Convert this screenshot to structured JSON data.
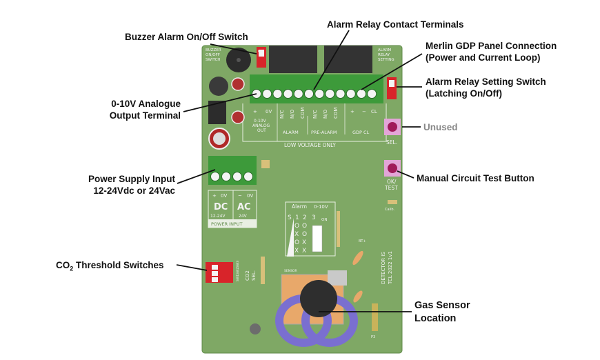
{
  "callouts": {
    "buzzer": "Buzzer Alarm On/Off Switch",
    "relay_terminals": "Alarm Relay Contact Terminals",
    "merlin_l1": "Merlin GDP Panel Connection",
    "merlin_l2": "(Power and Current Loop)",
    "relay_setting_l1": "Alarm  Relay Setting Switch",
    "relay_setting_l2": "(Latching On/Off)",
    "analogue_l1": "0-10V Analogue",
    "analogue_l2": "Output Terminal",
    "unused": "Unused",
    "power_l1": "Power Supply Input",
    "power_l2": "12-24Vdc or 24Vac",
    "test_button": "Manual Circuit Test Button",
    "co2_prefix": "CO",
    "co2_sub": "2",
    "co2_suffix": " Threshold Switches",
    "gas_l1": "Gas Sensor",
    "gas_l2": "Location"
  },
  "board": {
    "buzzer_label": [
      "BUZZER",
      "ON/OFF",
      "SWITCH"
    ],
    "relay_label": [
      "ALARM",
      "RELAY",
      "SETTING"
    ],
    "dip_on": "ON",
    "analog_signs": [
      "+",
      "0V"
    ],
    "analog_label": [
      "0-10V",
      "ANALOG",
      "OUT"
    ],
    "relay_pins": [
      "N/C",
      "N/O",
      "COM",
      "N/C",
      "N/O",
      "COM"
    ],
    "gdp_signs": [
      "+",
      "−",
      "CL"
    ],
    "group_alarm": "ALARM",
    "group_prealarm": "PRE-ALARM",
    "group_gdp": "GDP CL",
    "low_voltage": "LOW VOLTAGE ONLY",
    "sel": "SEL.",
    "ok_test": [
      "OK/",
      "TEST"
    ],
    "calib": "Calib.",
    "power_signs": [
      "+",
      "0V",
      "~",
      "0V"
    ],
    "dc": "DC",
    "ac": "AC",
    "dc_range": "12-24V",
    "ac_volt": "24V",
    "power_input": "POWER INPUT",
    "table_alarm": "Alarm",
    "table_010": "0-10V",
    "table_head": [
      "S",
      "1",
      "2",
      "3",
      "ON"
    ],
    "table_rows": [
      [
        "O",
        "O"
      ],
      [
        "X",
        "O"
      ],
      [
        "O",
        "X"
      ],
      [
        "X",
        "X"
      ]
    ],
    "co2_sel": [
      "CO2",
      "SEL."
    ],
    "sw_nums": [
      "SW3",
      "SW2",
      "SW1"
    ],
    "bt": "BT+",
    "detector": [
      "DETECTOR IS",
      "TCL 2022 1v1"
    ],
    "sensor": "SENSOR",
    "p3": "P3"
  },
  "colors": {
    "pcb": "#7fa865",
    "pcb_dark": "#5f8a49",
    "terminal": "#3d9a3a",
    "red_switch": "#d8242a",
    "purple_ring": "#7a6fd0",
    "orange_pad": "#e8a86a",
    "leader": "#111111"
  }
}
